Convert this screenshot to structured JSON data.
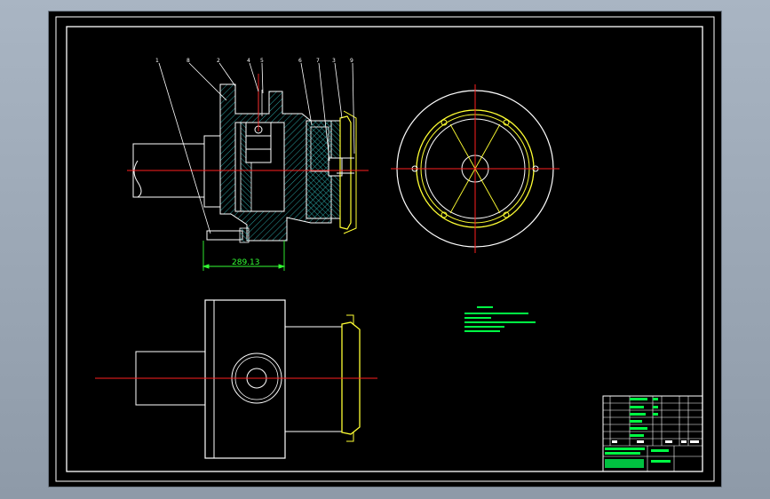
{
  "drawing": {
    "dimension_label": "289.13",
    "balloons": [
      "1",
      "8",
      "2",
      "4",
      "5",
      "6",
      "7",
      "3",
      "9"
    ],
    "colors": {
      "background": "#000000",
      "frame": "#ffffff",
      "outline": "#ffffff",
      "centerline": "#ff2020",
      "hatch": "#2aa0a0",
      "flange": "#ffff33",
      "dimension": "#33ff33",
      "notes": "#00ff44"
    }
  }
}
